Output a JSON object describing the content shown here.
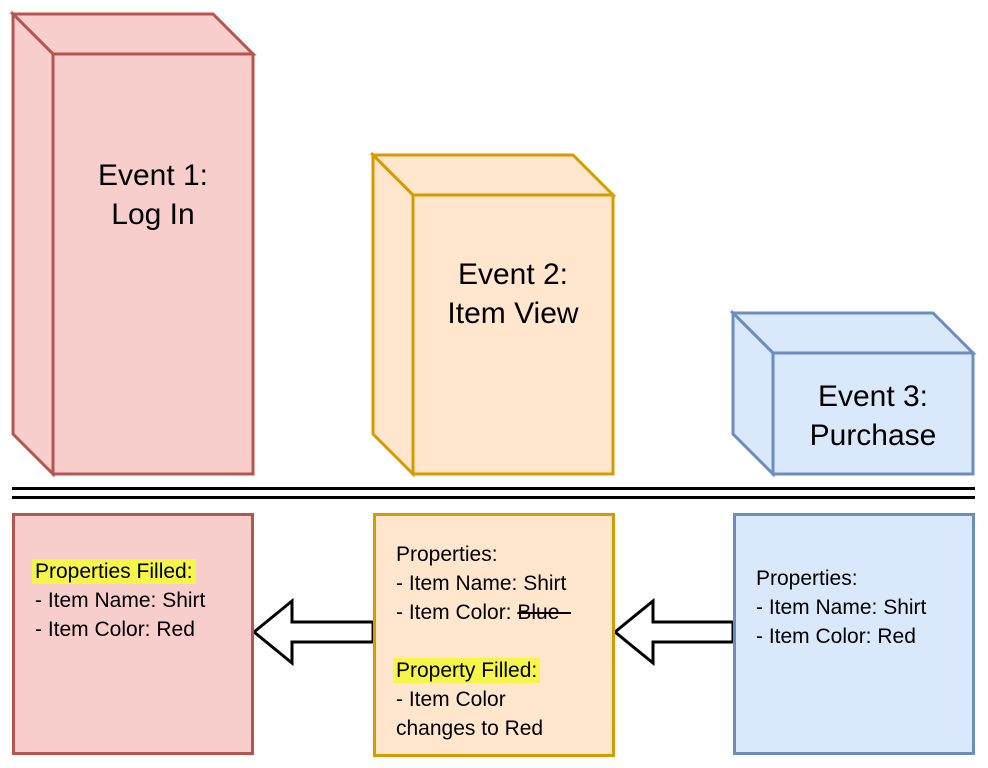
{
  "colors": {
    "background": "#ffffff",
    "red_fill": "#f8cecc",
    "red_stroke": "#b85450",
    "orange_fill": "#ffe6cc",
    "orange_stroke": "#d79b00",
    "blue_fill": "#dae8fc",
    "blue_stroke": "#6c8ebf",
    "highlight": "#f5f54a",
    "arrow_fill": "#ffffff",
    "line_color": "#000000",
    "text_color": "#000000"
  },
  "events": {
    "event1": {
      "line1": "Event 1:",
      "line2": "Log In"
    },
    "event2": {
      "line1": "Event 2:",
      "line2": "Item View"
    },
    "event3": {
      "line1": "Event 3:",
      "line2": "Purchase"
    }
  },
  "properties": {
    "event1": {
      "heading": "Properties Filled:",
      "item_name": "- Item Name: Shirt",
      "item_color": "- Item Color: Red"
    },
    "event2": {
      "heading": "Properties:",
      "item_name": "- Item Name: Shirt",
      "item_color_prefix": "- Item Color: ",
      "item_color_struck": "Blue",
      "filled_heading": "Property Filled:",
      "filled_line1": "- Item Color",
      "filled_line2": "changes to Red"
    },
    "event3": {
      "heading": "Properties:",
      "item_name": "- Item Name: Shirt",
      "item_color": "- Item Color: Red"
    }
  }
}
